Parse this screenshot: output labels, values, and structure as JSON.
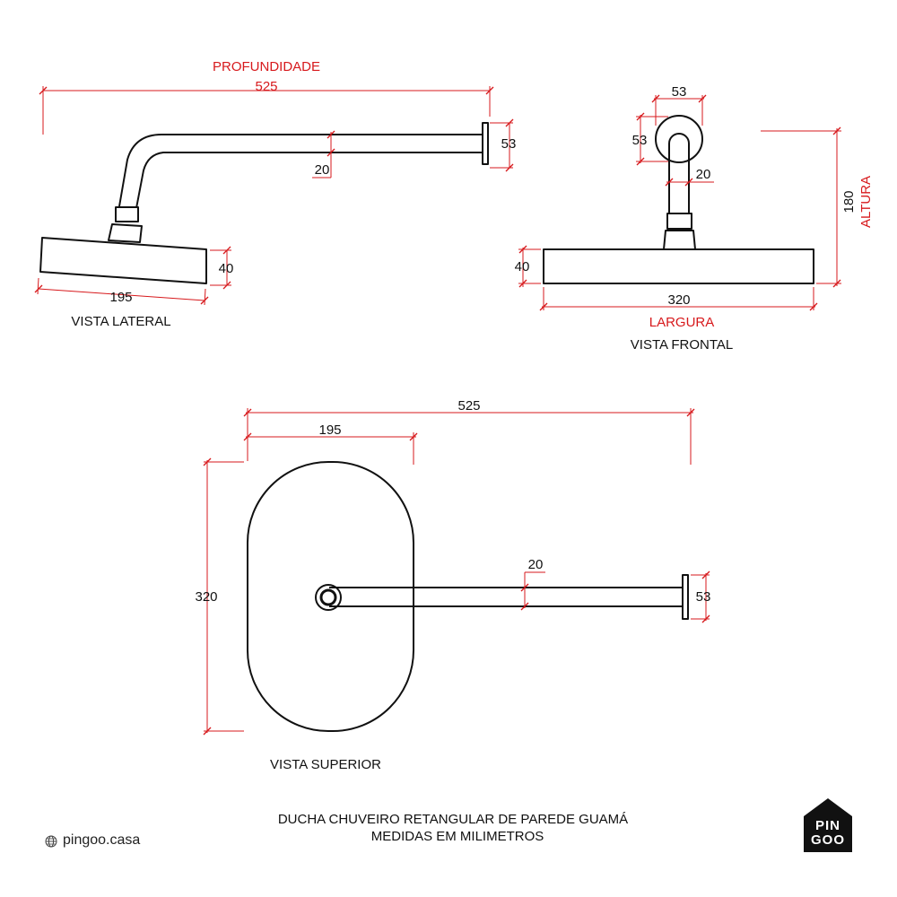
{
  "side_view": {
    "caption": "VISTA LATERAL",
    "depth_label": "PROFUNDIDADE",
    "depth_value": "525",
    "pipe_diameter": "20",
    "flange_size": "53",
    "head_thickness": "40",
    "head_length": "195"
  },
  "front_view": {
    "caption": "VISTA FRONTAL",
    "flange_width": "53",
    "flange_height": "53",
    "pipe_diameter": "20",
    "height_value": "180",
    "height_label": "ALTURA",
    "head_thickness": "40",
    "width_value": "320",
    "width_label": "LARGURA"
  },
  "top_view": {
    "caption": "VISTA SUPERIOR",
    "total_depth": "525",
    "head_depth": "195",
    "head_width": "320",
    "pipe_diameter": "20",
    "flange_size": "53"
  },
  "footer": {
    "title_line1": "DUCHA CHUVEIRO RETANGULAR DE PAREDE GUAMÁ",
    "title_line2": "MEDIDAS EM MILIMETROS",
    "brand_url": "pingoo.casa",
    "logo_line1": "PIN",
    "logo_line2": "GOO"
  },
  "colors": {
    "dimension": "#d7191c",
    "outline": "#111111",
    "logo_bg": "#111111"
  }
}
